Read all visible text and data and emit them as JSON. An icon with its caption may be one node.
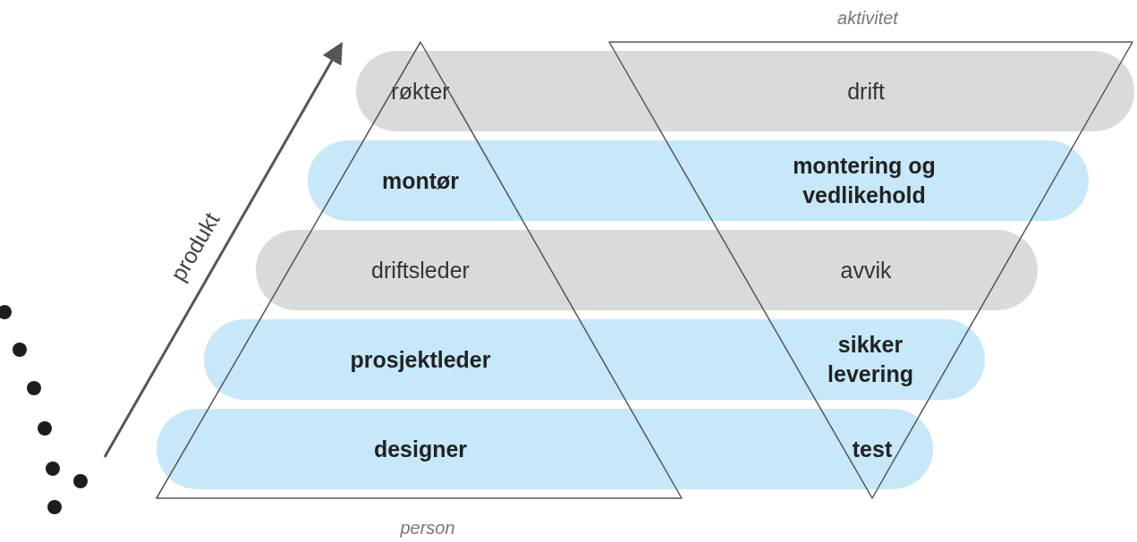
{
  "diagram": {
    "nodes": [
      {
        "text": [
          "aktivitet"
        ]
      },
      {
        "text": [
          "røkter",
          "drift"
        ]
      },
      {
        "text": [
          "montør",
          "montering og vedlikehold"
        ]
      },
      {
        "text": [
          "driftsleder",
          "avvik"
        ]
      },
      {
        "text": [
          "prosjektleder",
          "sikker levering"
        ]
      },
      {
        "text": [
          "designer",
          "test"
        ]
      },
      {
        "text": [
          "person"
        ]
      }
    ],
    "edges": [],
    "labels": [
      "produkt"
    ]
  }
}
